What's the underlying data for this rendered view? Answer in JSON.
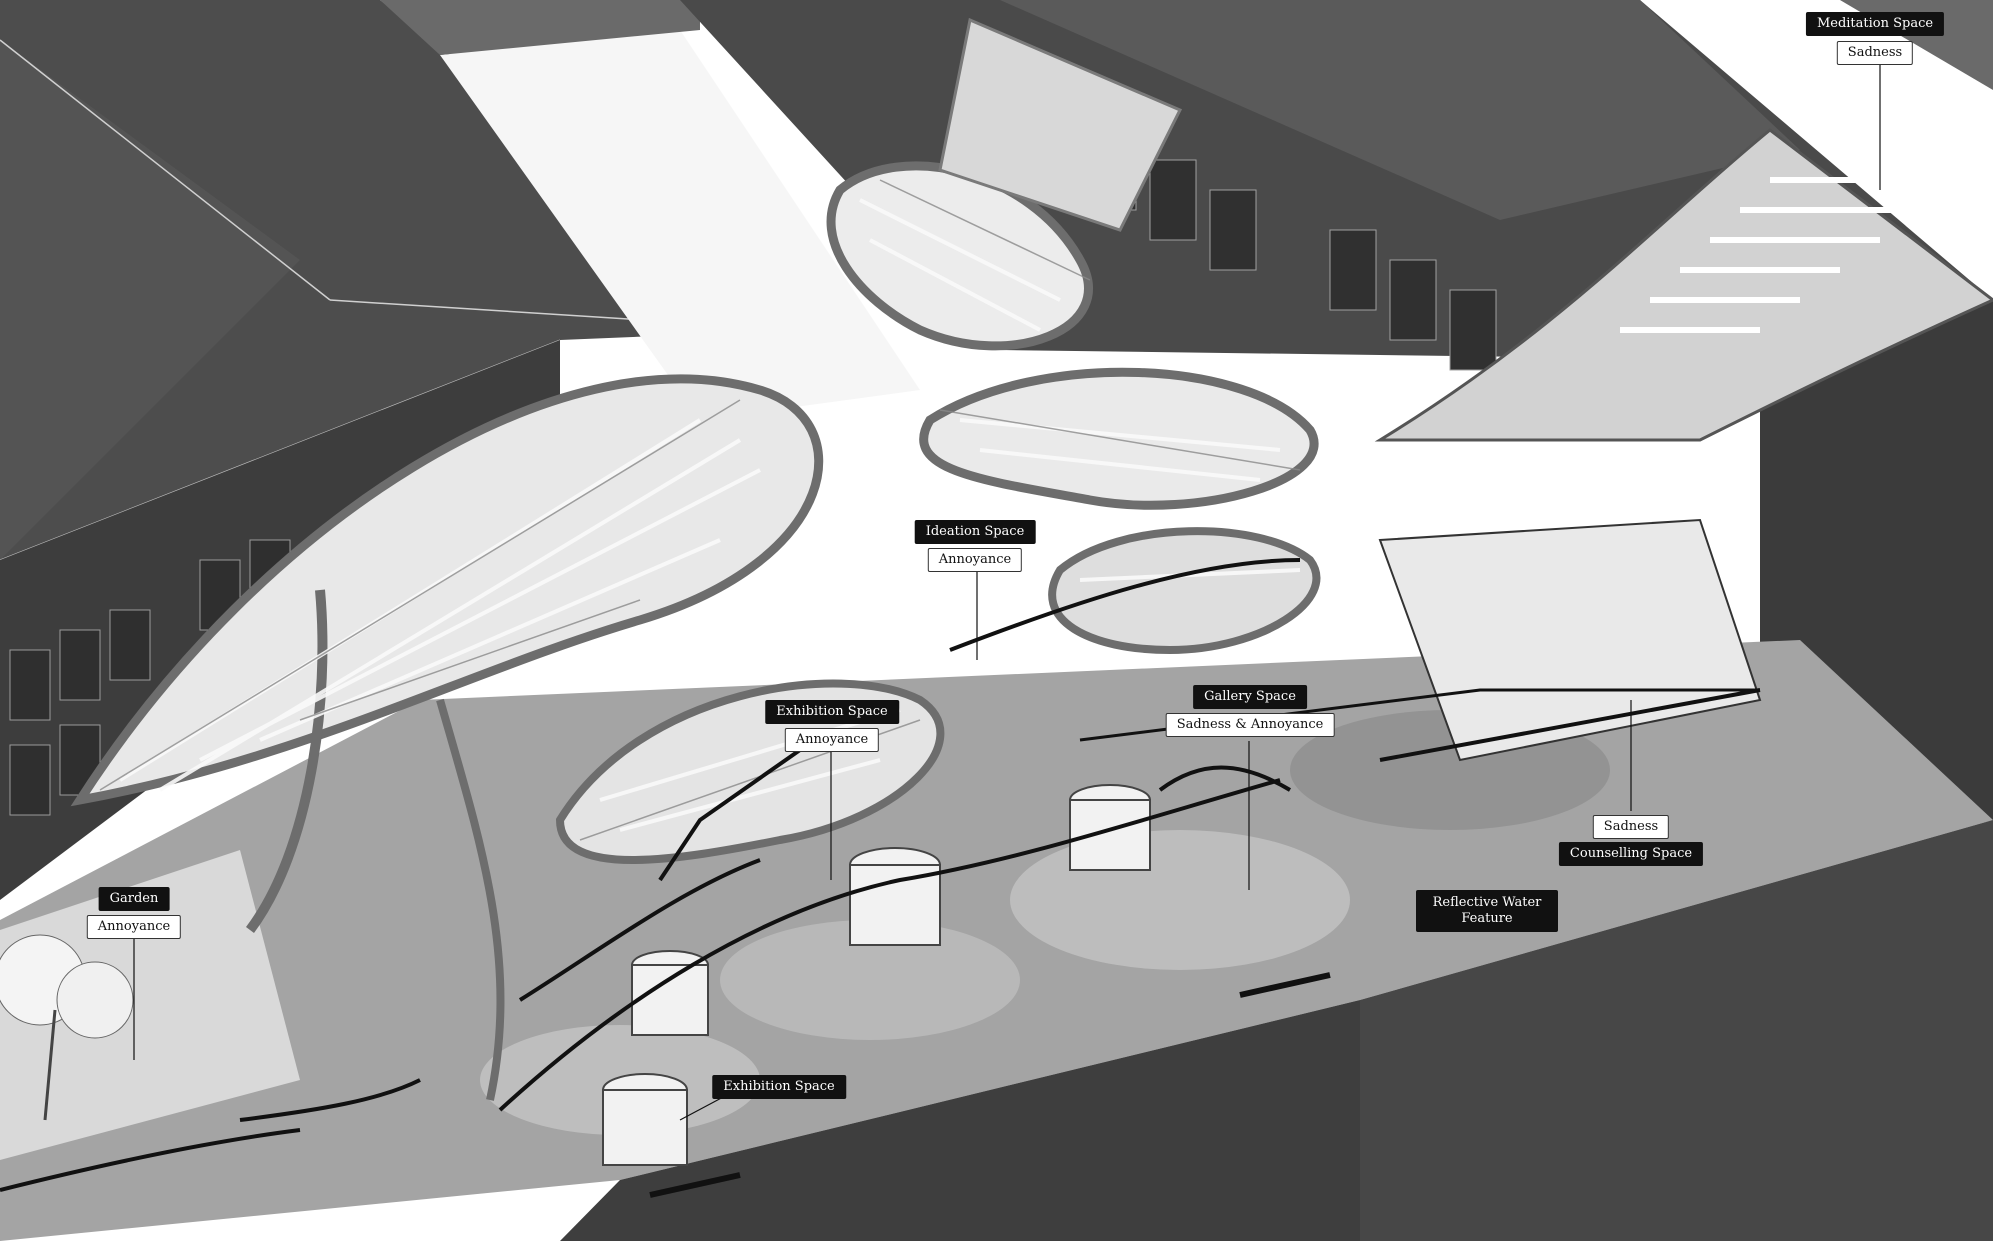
{
  "labels": {
    "meditation_space": "Meditation Space",
    "meditation_emotion": "Sadness",
    "ideation_space": "Ideation Space",
    "ideation_emotion": "Annoyance",
    "exhibition_space_upper": "Exhibition Space",
    "exhibition_emotion": "Annoyance",
    "gallery_space": "Gallery Space",
    "gallery_emotion": "Sadness & Annoyance",
    "garden": "Garden",
    "garden_emotion": "Annoyance",
    "counselling_emotion": "Sadness",
    "counselling_space": "Counselling Space",
    "reflective_water_feature": "Reflective Water Feature",
    "exhibition_space_lower": "Exhibition Space"
  },
  "colors": {
    "roof_dark": "#4a4a4a",
    "roof_mid": "#5f5f5f",
    "wall_dark": "#3c3c3c",
    "ground": "#9a9a9a",
    "ribbon": "#f2f2f2",
    "frame": "#6e6e6e",
    "label_dark": "#111111",
    "label_light": "#ffffff"
  }
}
